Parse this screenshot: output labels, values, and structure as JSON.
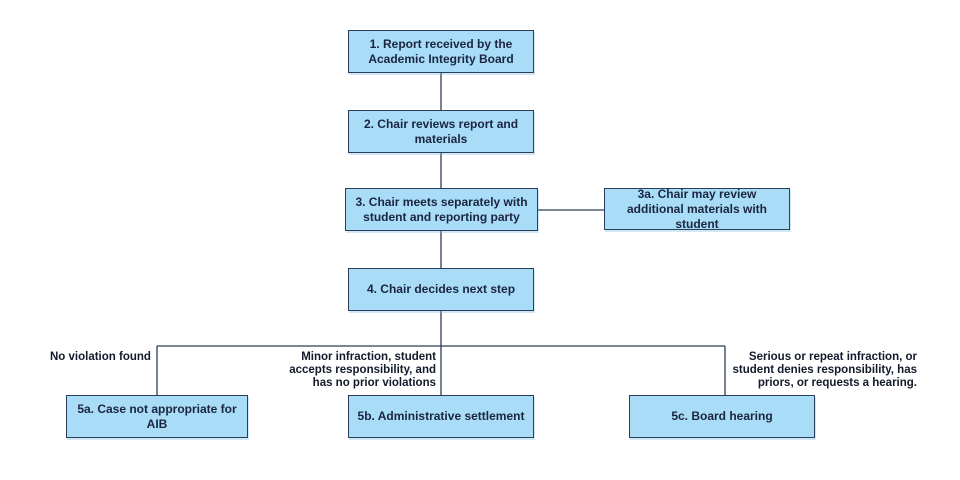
{
  "nodes": {
    "step1": "1. Report received by the Academic Integrity Board",
    "step2": "2. Chair reviews report and materials",
    "step3": "3. Chair meets separately with student and reporting party",
    "step3a": "3a. Chair may review additional materials with student",
    "step4": "4. Chair decides next step",
    "step5a": "5a. Case not appropriate for AIB",
    "step5b": "5b. Administrative settlement",
    "step5c": "5c. Board hearing"
  },
  "labels": {
    "branch_a": "No violation found",
    "branch_b": "Minor infraction, student accepts responsibility, and has no prior violations",
    "branch_c": "Serious or repeat infraction, or student denies responsibility, has priors, or requests a hearing."
  },
  "colors": {
    "node_fill": "#a9dcf7",
    "node_border": "#2c3e57",
    "text": "#1a2540",
    "connector": "#2c3e57"
  }
}
